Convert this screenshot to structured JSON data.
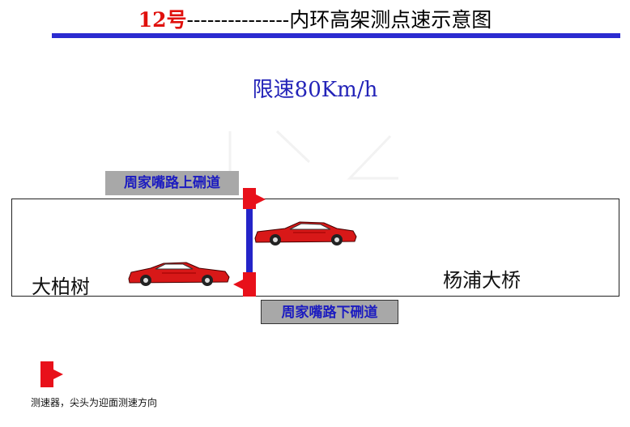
{
  "title": {
    "number": "12号",
    "dashes": "---------------",
    "text": "内环高架测点速示意图"
  },
  "speed_limit": "限速80Km/h",
  "places": {
    "left": "大柏树",
    "right": "杨浦大桥"
  },
  "ramps": {
    "up": "周家嘴路上硎道",
    "down": "周家嘴路下硎道"
  },
  "legend": {
    "text": "测速器，尖头为迎面测速方向"
  },
  "colors": {
    "title_number": "#e0100c",
    "rule": "#2b2bd0",
    "limit_text": "#2323b8",
    "sensor": "#e8101a",
    "car": "#d81818",
    "ramp_bg": "#a8a8a8",
    "ramp_text": "#1c1cc0"
  }
}
